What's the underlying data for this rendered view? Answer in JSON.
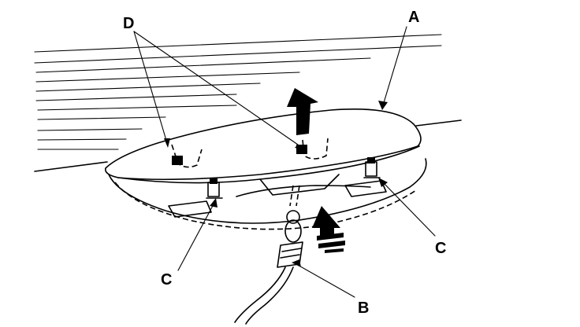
{
  "callouts": {
    "a": "A",
    "b": "B",
    "c_left": "C",
    "c_right": "C",
    "d": "D"
  }
}
